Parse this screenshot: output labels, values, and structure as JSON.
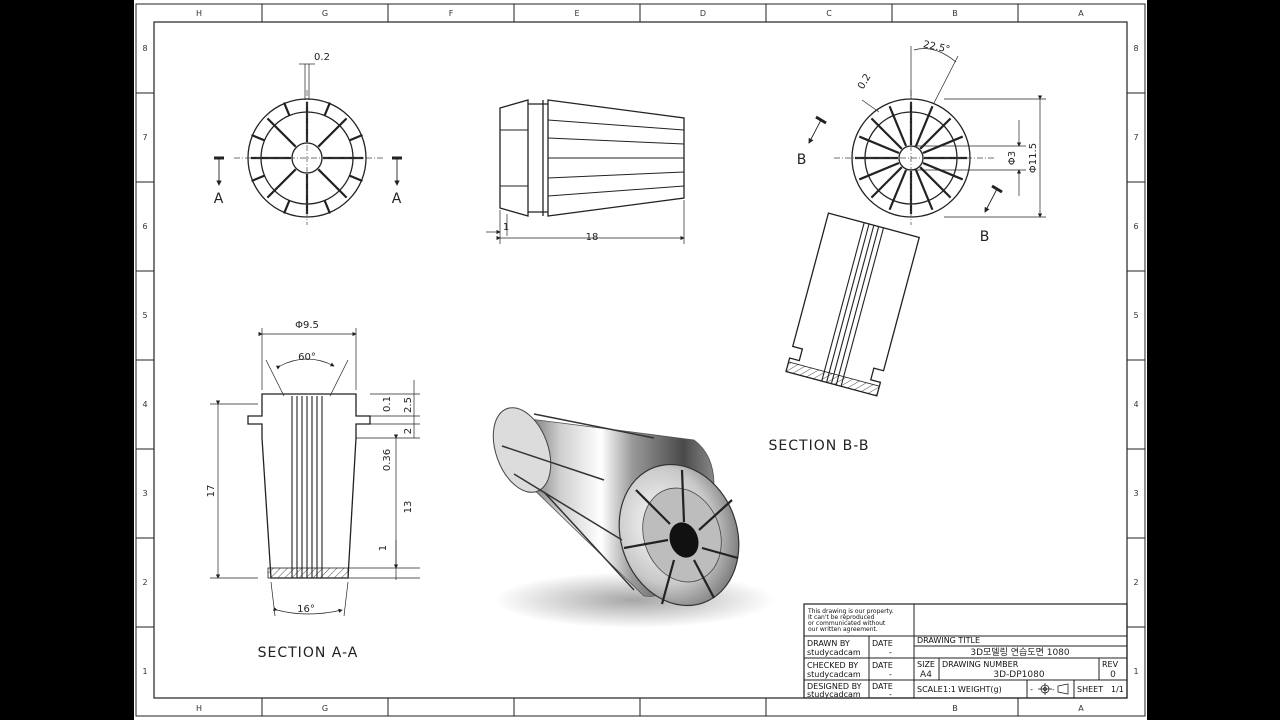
{
  "zones": {
    "columns": [
      "H",
      "G",
      "F",
      "E",
      "D",
      "C",
      "B",
      "A"
    ],
    "bottom_columns": [
      "H",
      "G",
      "B",
      "A"
    ],
    "rows": [
      "8",
      "7",
      "6",
      "5",
      "4",
      "3",
      "2",
      "1"
    ]
  },
  "views": {
    "front": {
      "dim_slot_width": "0.2",
      "section_mark_left": "A",
      "section_mark_right": "A"
    },
    "side": {
      "dim_flange": "1",
      "dim_length": "18"
    },
    "right": {
      "dim_angle": "22.5°",
      "dim_slot_width": "0.2",
      "dim_inner_dia": "Φ3",
      "dim_outer_dia": "Φ11.5",
      "section_mark_top": "B",
      "section_mark_bottom": "B"
    },
    "section_aa": {
      "title": "SECTION A-A",
      "dim_top_dia": "Φ9.5",
      "dim_cone_angle": "60°",
      "dim_taper_angle": "16°",
      "dim_height": "17",
      "dim_0_1": "0.1",
      "dim_2_5": "2.5",
      "dim_2": "2",
      "dim_0_36": "0.36",
      "dim_13": "13",
      "dim_1": "1"
    },
    "section_bb": {
      "title": "SECTION B-B"
    }
  },
  "title_block": {
    "notice": [
      "This drawing is our property.",
      "It can't be reproduced",
      "or communicated without",
      "our written agreement."
    ],
    "drawn_by_label": "DRAWN BY",
    "drawn_by_value": "studycadcam",
    "checked_by_label": "CHECKED BY",
    "checked_by_value": "studycadcam",
    "designed_by_label": "DESIGNED BY",
    "designed_by_value": "studycadcam",
    "date_label": "DATE",
    "date_value": "-",
    "drawing_title_label": "DRAWING TITLE",
    "drawing_title_value": "3D모델링 연습도면 1080",
    "size_label": "SIZE",
    "size_value": "A4",
    "drawing_number_label": "DRAWING NUMBER",
    "drawing_number_value": "3D-DP1080",
    "rev_label": "REV",
    "rev_value": "0",
    "scale_label": "SCALE",
    "scale_value": "1:1",
    "weight_label": "WEIGHT(g)",
    "weight_value": "-",
    "sheet_label": "SHEET",
    "sheet_value": "1/1"
  }
}
